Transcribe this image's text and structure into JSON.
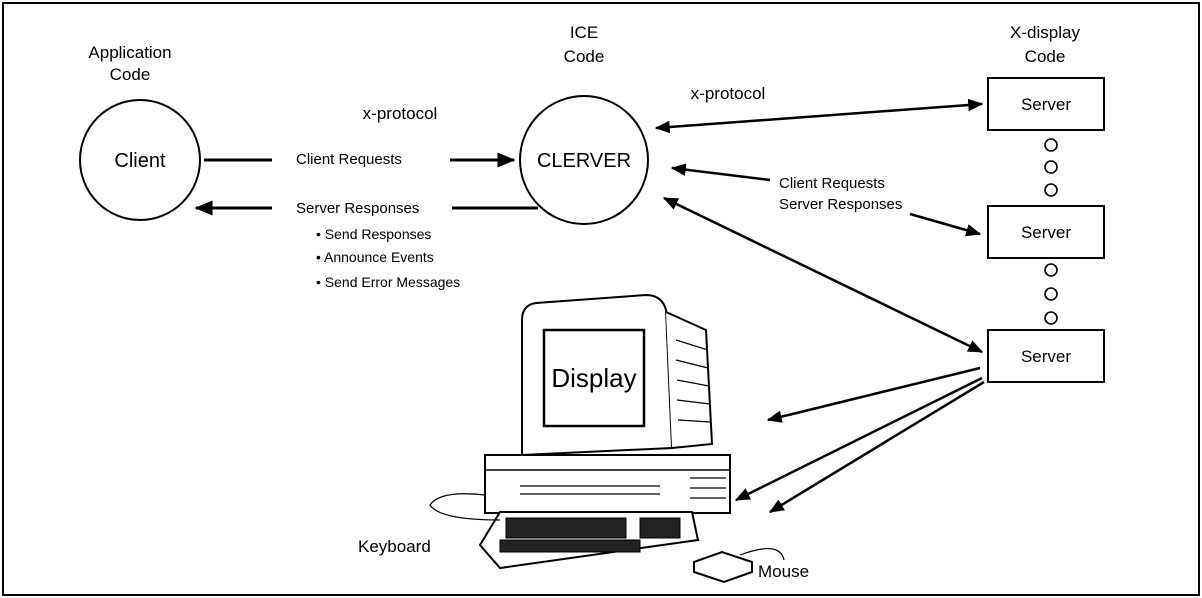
{
  "columns": {
    "application": [
      "Application",
      "Code"
    ],
    "ice": [
      "ICE",
      "Code"
    ],
    "xdisplay": [
      "X-display",
      "Code"
    ]
  },
  "nodes": {
    "client": "Client",
    "clerver": "CLERVER",
    "server_top": "Server",
    "server_mid": "Server",
    "server_bottom": "Server"
  },
  "protocols": {
    "left": "x-protocol",
    "right": "x-protocol"
  },
  "flows": {
    "client_requests": "Client Requests",
    "server_responses": "Server Responses",
    "response_items": [
      "• Send Responses",
      "• Announce Events",
      "• Send Error Messages"
    ],
    "mid_client_requests": "Client Requests",
    "mid_server_responses": "Server Responses"
  },
  "devices": {
    "display": "Display",
    "keyboard": "Keyboard",
    "mouse": "Mouse"
  }
}
